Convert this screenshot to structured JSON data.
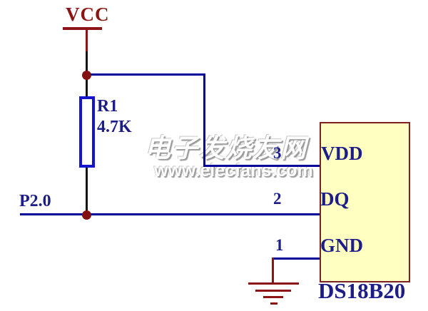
{
  "schematic": {
    "power_label": "VCC",
    "resistor": {
      "ref": "R1",
      "value": "4.7K"
    },
    "net_label": "P2.0",
    "ic": {
      "name": "DS18B20",
      "pins": [
        {
          "number": "3",
          "name": "VDD"
        },
        {
          "number": "2",
          "name": "DQ"
        },
        {
          "number": "1",
          "name": "GND"
        }
      ]
    },
    "watermark": {
      "line1": "电子发烧友网",
      "line2": "www.elecfans.com"
    },
    "colors": {
      "wire_blue": "#000099",
      "wire_black": "#141414",
      "symbol_red": "#8b1414",
      "text_navy": "#1d1d8a",
      "resistor_blue": "#1414cc",
      "ic_fill": "#ffffc2",
      "ic_border": "#7b2323",
      "background": "#ffffff"
    }
  }
}
